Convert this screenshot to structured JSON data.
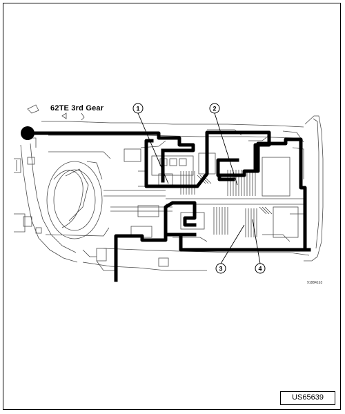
{
  "diagram": {
    "title": "62TE 3rd Gear",
    "figure_code": "918841b3",
    "reference_id": "US65639",
    "callouts": [
      {
        "label": "1"
      },
      {
        "label": "2"
      },
      {
        "label": "3"
      },
      {
        "label": "4"
      }
    ]
  },
  "colors": {
    "line": "#000000",
    "detail": "#4a4a4a",
    "background": "#ffffff"
  }
}
